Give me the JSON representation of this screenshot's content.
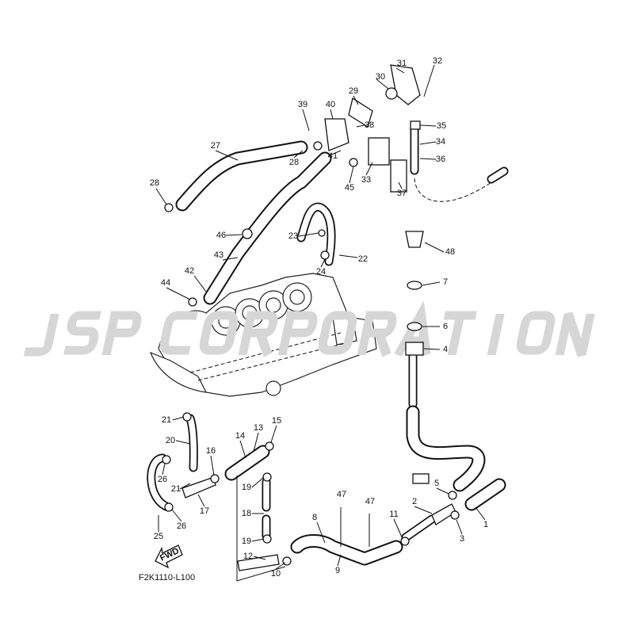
{
  "diagram": {
    "code": "F2K1110-L100",
    "fwd_label": "FWD",
    "watermark": "JSP CORPORATION",
    "parts": [
      "32",
      "31",
      "30",
      "29",
      "40",
      "39",
      "38",
      "35",
      "34",
      "36",
      "27",
      "28",
      "41",
      "45",
      "33",
      "37",
      "28",
      "46",
      "23",
      "22",
      "24",
      "43",
      "42",
      "44",
      "48",
      "7",
      "6",
      "4",
      "21",
      "20",
      "14",
      "13",
      "15",
      "16",
      "26",
      "21",
      "17",
      "26",
      "25",
      "19",
      "18",
      "19",
      "12",
      "10",
      "8",
      "9",
      "47",
      "47",
      "11",
      "2",
      "5",
      "3",
      "1"
    ]
  }
}
